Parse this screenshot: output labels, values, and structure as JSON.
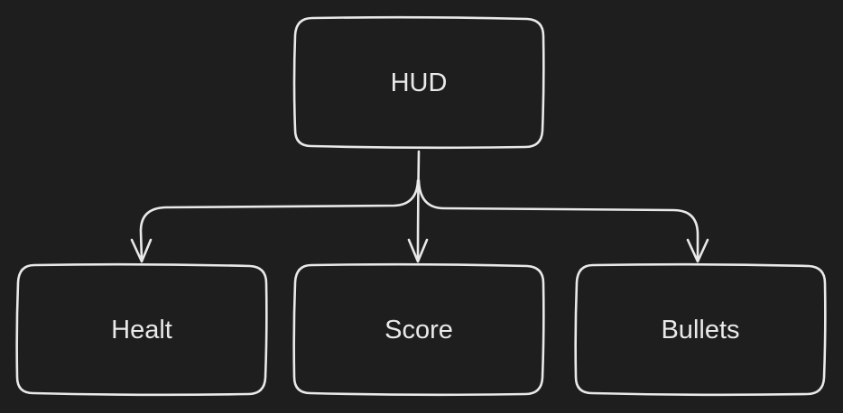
{
  "diagram": {
    "root": {
      "id": "hud",
      "label": "HUD"
    },
    "children": [
      {
        "id": "health",
        "label": "Healt"
      },
      {
        "id": "score",
        "label": "Score"
      },
      {
        "id": "bullets",
        "label": "Bullets"
      }
    ],
    "colors": {
      "background": "#1e1e1e",
      "stroke": "#e9e9e9",
      "text": "#e9e9e9"
    }
  }
}
